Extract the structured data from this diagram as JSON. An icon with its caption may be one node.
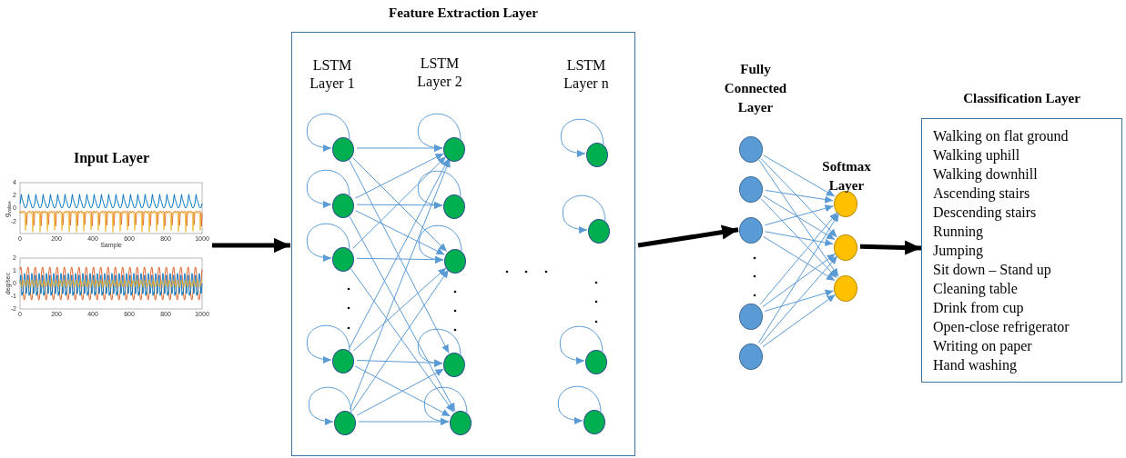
{
  "diagram": {
    "nodes": [
      {
        "text": [
          "Input Layer"
        ]
      },
      {
        "text": [
          "Feature Extraction Layer"
        ]
      },
      {
        "text": [],
        "shape": "circle",
        "in": 1
      },
      {
        "text": [],
        "shape": "circle",
        "in": 1
      },
      {
        "text": [],
        "shape": "circle",
        "in": 1
      },
      {
        "text": [],
        "shape": "circle",
        "in": 1
      },
      {
        "text": [],
        "shape": "circle",
        "in": 1
      },
      {
        "text": [],
        "shape": "circle",
        "in": 1
      },
      {
        "text": [],
        "shape": "circle",
        "in": 1
      },
      {
        "text": [],
        "shape": "circle",
        "in": 1
      },
      {
        "text": [],
        "shape": "circle",
        "in": 1
      },
      {
        "text": [],
        "shape": "circle",
        "in": 1
      },
      {
        "text": [],
        "shape": "circle",
        "in": 1
      },
      {
        "text": [],
        "shape": "circle",
        "in": 1
      },
      {
        "text": [],
        "shape": "circle",
        "in": 1
      },
      {
        "text": [],
        "shape": "circle",
        "in": 1
      },
      {
        "text": [],
        "shape": "circle"
      },
      {
        "text": [],
        "shape": "circle"
      },
      {
        "text": [],
        "shape": "circle"
      },
      {
        "text": [],
        "shape": "circle"
      },
      {
        "text": [],
        "shape": "circle"
      },
      {
        "text": [],
        "shape": "circle"
      },
      {
        "text": [],
        "shape": "circle"
      },
      {
        "text": [],
        "shape": "circle"
      },
      {
        "text": [
          "Classification Layer",
          "Walking on flat ground",
          "Walking uphill",
          "Walking downhill",
          "Ascending stairs",
          "Descending stairs",
          "Running",
          "Jumping",
          "Sit down – Stand up",
          "Cleaning table",
          "Drink from cup",
          "Open-close refrigerator",
          "Writing on paper",
          "Hand washing"
        ]
      }
    ],
    "edges": [
      {
        "from": 0,
        "to": 1,
        "arrow": "to",
        "style": "thick",
        "color": "#000000"
      },
      {
        "from": 2,
        "to": 2,
        "arrow": "to"
      },
      {
        "from": 3,
        "to": 3,
        "arrow": "to"
      },
      {
        "from": 4,
        "to": 4,
        "arrow": "to"
      },
      {
        "from": 5,
        "to": 5,
        "arrow": "to"
      },
      {
        "from": 6,
        "to": 6,
        "arrow": "to"
      },
      {
        "from": 7,
        "to": 7,
        "arrow": "to"
      },
      {
        "from": 8,
        "to": 8,
        "arrow": "to"
      },
      {
        "from": 9,
        "to": 9,
        "arrow": "to"
      },
      {
        "from": 10,
        "to": 10,
        "arrow": "to"
      },
      {
        "from": 11,
        "to": 11,
        "arrow": "to"
      },
      {
        "from": 12,
        "to": 12,
        "arrow": "to"
      },
      {
        "from": 13,
        "to": 13,
        "arrow": "to"
      },
      {
        "from": 14,
        "to": 14,
        "arrow": "to"
      },
      {
        "from": 15,
        "to": 15,
        "arrow": "to"
      },
      {
        "from": 2,
        "to": 7,
        "arrow": "to"
      },
      {
        "from": 2,
        "to": 9,
        "arrow": "to"
      },
      {
        "from": 2,
        "to": 10,
        "arrow": "to"
      },
      {
        "from": 3,
        "to": 7,
        "arrow": "to"
      },
      {
        "from": 3,
        "to": 8,
        "arrow": "to"
      },
      {
        "from": 3,
        "to": 9,
        "arrow": "to"
      },
      {
        "from": 3,
        "to": 11,
        "arrow": "to"
      },
      {
        "from": 4,
        "to": 7,
        "arrow": "to"
      },
      {
        "from": 4,
        "to": 9,
        "arrow": "to"
      },
      {
        "from": 4,
        "to": 11,
        "arrow": "to"
      },
      {
        "from": 5,
        "to": 7,
        "arrow": "to"
      },
      {
        "from": 5,
        "to": 9,
        "arrow": "to"
      },
      {
        "from": 5,
        "to": 10,
        "arrow": "to"
      },
      {
        "from": 5,
        "to": 11,
        "arrow": "to"
      },
      {
        "from": 6,
        "to": 7,
        "arrow": "to"
      },
      {
        "from": 6,
        "to": 9,
        "arrow": "to"
      },
      {
        "from": 6,
        "to": 10,
        "arrow": "to"
      },
      {
        "from": 6,
        "to": 11,
        "arrow": "to"
      },
      {
        "from": 16,
        "to": 21,
        "arrow": "to"
      },
      {
        "from": 16,
        "to": 22,
        "arrow": "to"
      },
      {
        "from": 16,
        "to": 23,
        "arrow": "to"
      },
      {
        "from": 17,
        "to": 21,
        "arrow": "to"
      },
      {
        "from": 17,
        "to": 22,
        "arrow": "to"
      },
      {
        "from": 17,
        "to": 23,
        "arrow": "to"
      },
      {
        "from": 18,
        "to": 21,
        "arrow": "to"
      },
      {
        "from": 18,
        "to": 22,
        "arrow": "to"
      },
      {
        "from": 18,
        "to": 23,
        "arrow": "to"
      },
      {
        "from": 19,
        "to": 21,
        "arrow": "to"
      },
      {
        "from": 19,
        "to": 22,
        "arrow": "to"
      },
      {
        "from": 19,
        "to": 23,
        "arrow": "to"
      },
      {
        "from": 20,
        "to": 21,
        "arrow": "to"
      },
      {
        "from": 20,
        "to": 22,
        "arrow": "to"
      },
      {
        "from": 20,
        "to": 23,
        "arrow": "to"
      },
      {
        "from": 1,
        "to": 18,
        "arrow": "to",
        "style": "thick",
        "color": "#000000"
      },
      {
        "from": 22,
        "to": 24,
        "arrow": "to",
        "style": "thick",
        "color": "#000000"
      }
    ],
    "labels": [
      "4",
      "2",
      "0",
      "-2",
      "g$_{value}$",
      "0",
      "200",
      "400",
      "600",
      "800",
      "1000",
      "Sample",
      "2",
      "1",
      "0",
      "-1",
      "-2",
      "deg/sec",
      "0",
      "200",
      "400",
      "600",
      "800",
      "1000",
      "LSTM Layer 1",
      "LSTM Layer 2",
      "LSTM Layer n",
      "Fully Connected Layer",
      "Softmax Layer"
    ]
  }
}
